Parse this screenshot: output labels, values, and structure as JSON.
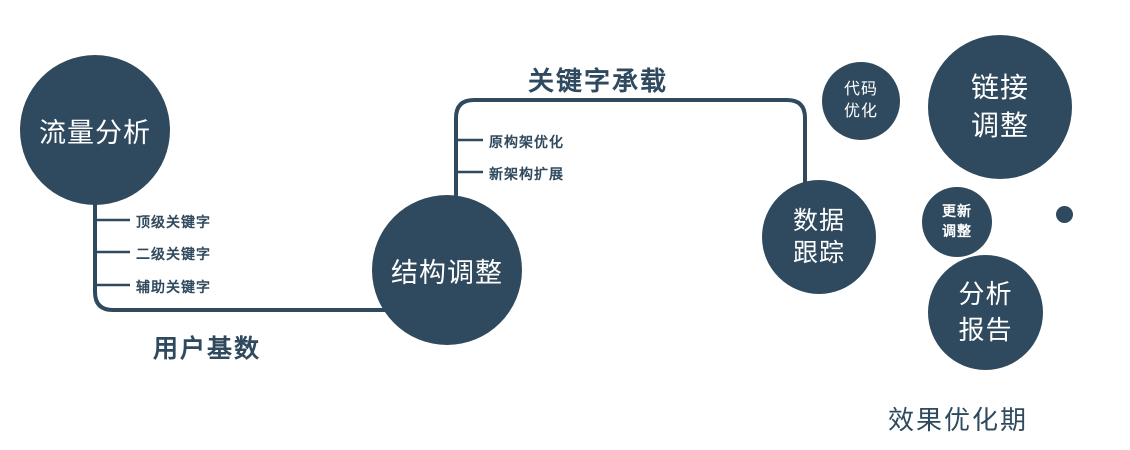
{
  "colors": {
    "primary": "#2f4a5e",
    "text_on_node": "#ffffff"
  },
  "nodes": {
    "traffic_analysis": {
      "label": "流量分析"
    },
    "structure_adjust": {
      "label": "结构调整"
    },
    "data_tracking": {
      "line1": "数据",
      "line2": "跟踪"
    },
    "code_optimization": {
      "line1": "代码",
      "line2": "优化"
    },
    "link_adjustment": {
      "line1": "链接",
      "line2": "调整"
    },
    "update_adjustment": {
      "line1": "更新",
      "line2": "调整"
    },
    "analysis_report": {
      "line1": "分析",
      "line2": "报告"
    }
  },
  "edge_labels": {
    "user_base": "用户基数",
    "keyword_carry": "关键字承载"
  },
  "branches": {
    "traffic_keywords": [
      "顶级关键字",
      "二级关键字",
      "辅助关键字"
    ],
    "structure_items": [
      "原构架优化",
      "新架构扩展"
    ]
  },
  "caption": "效果优化期"
}
